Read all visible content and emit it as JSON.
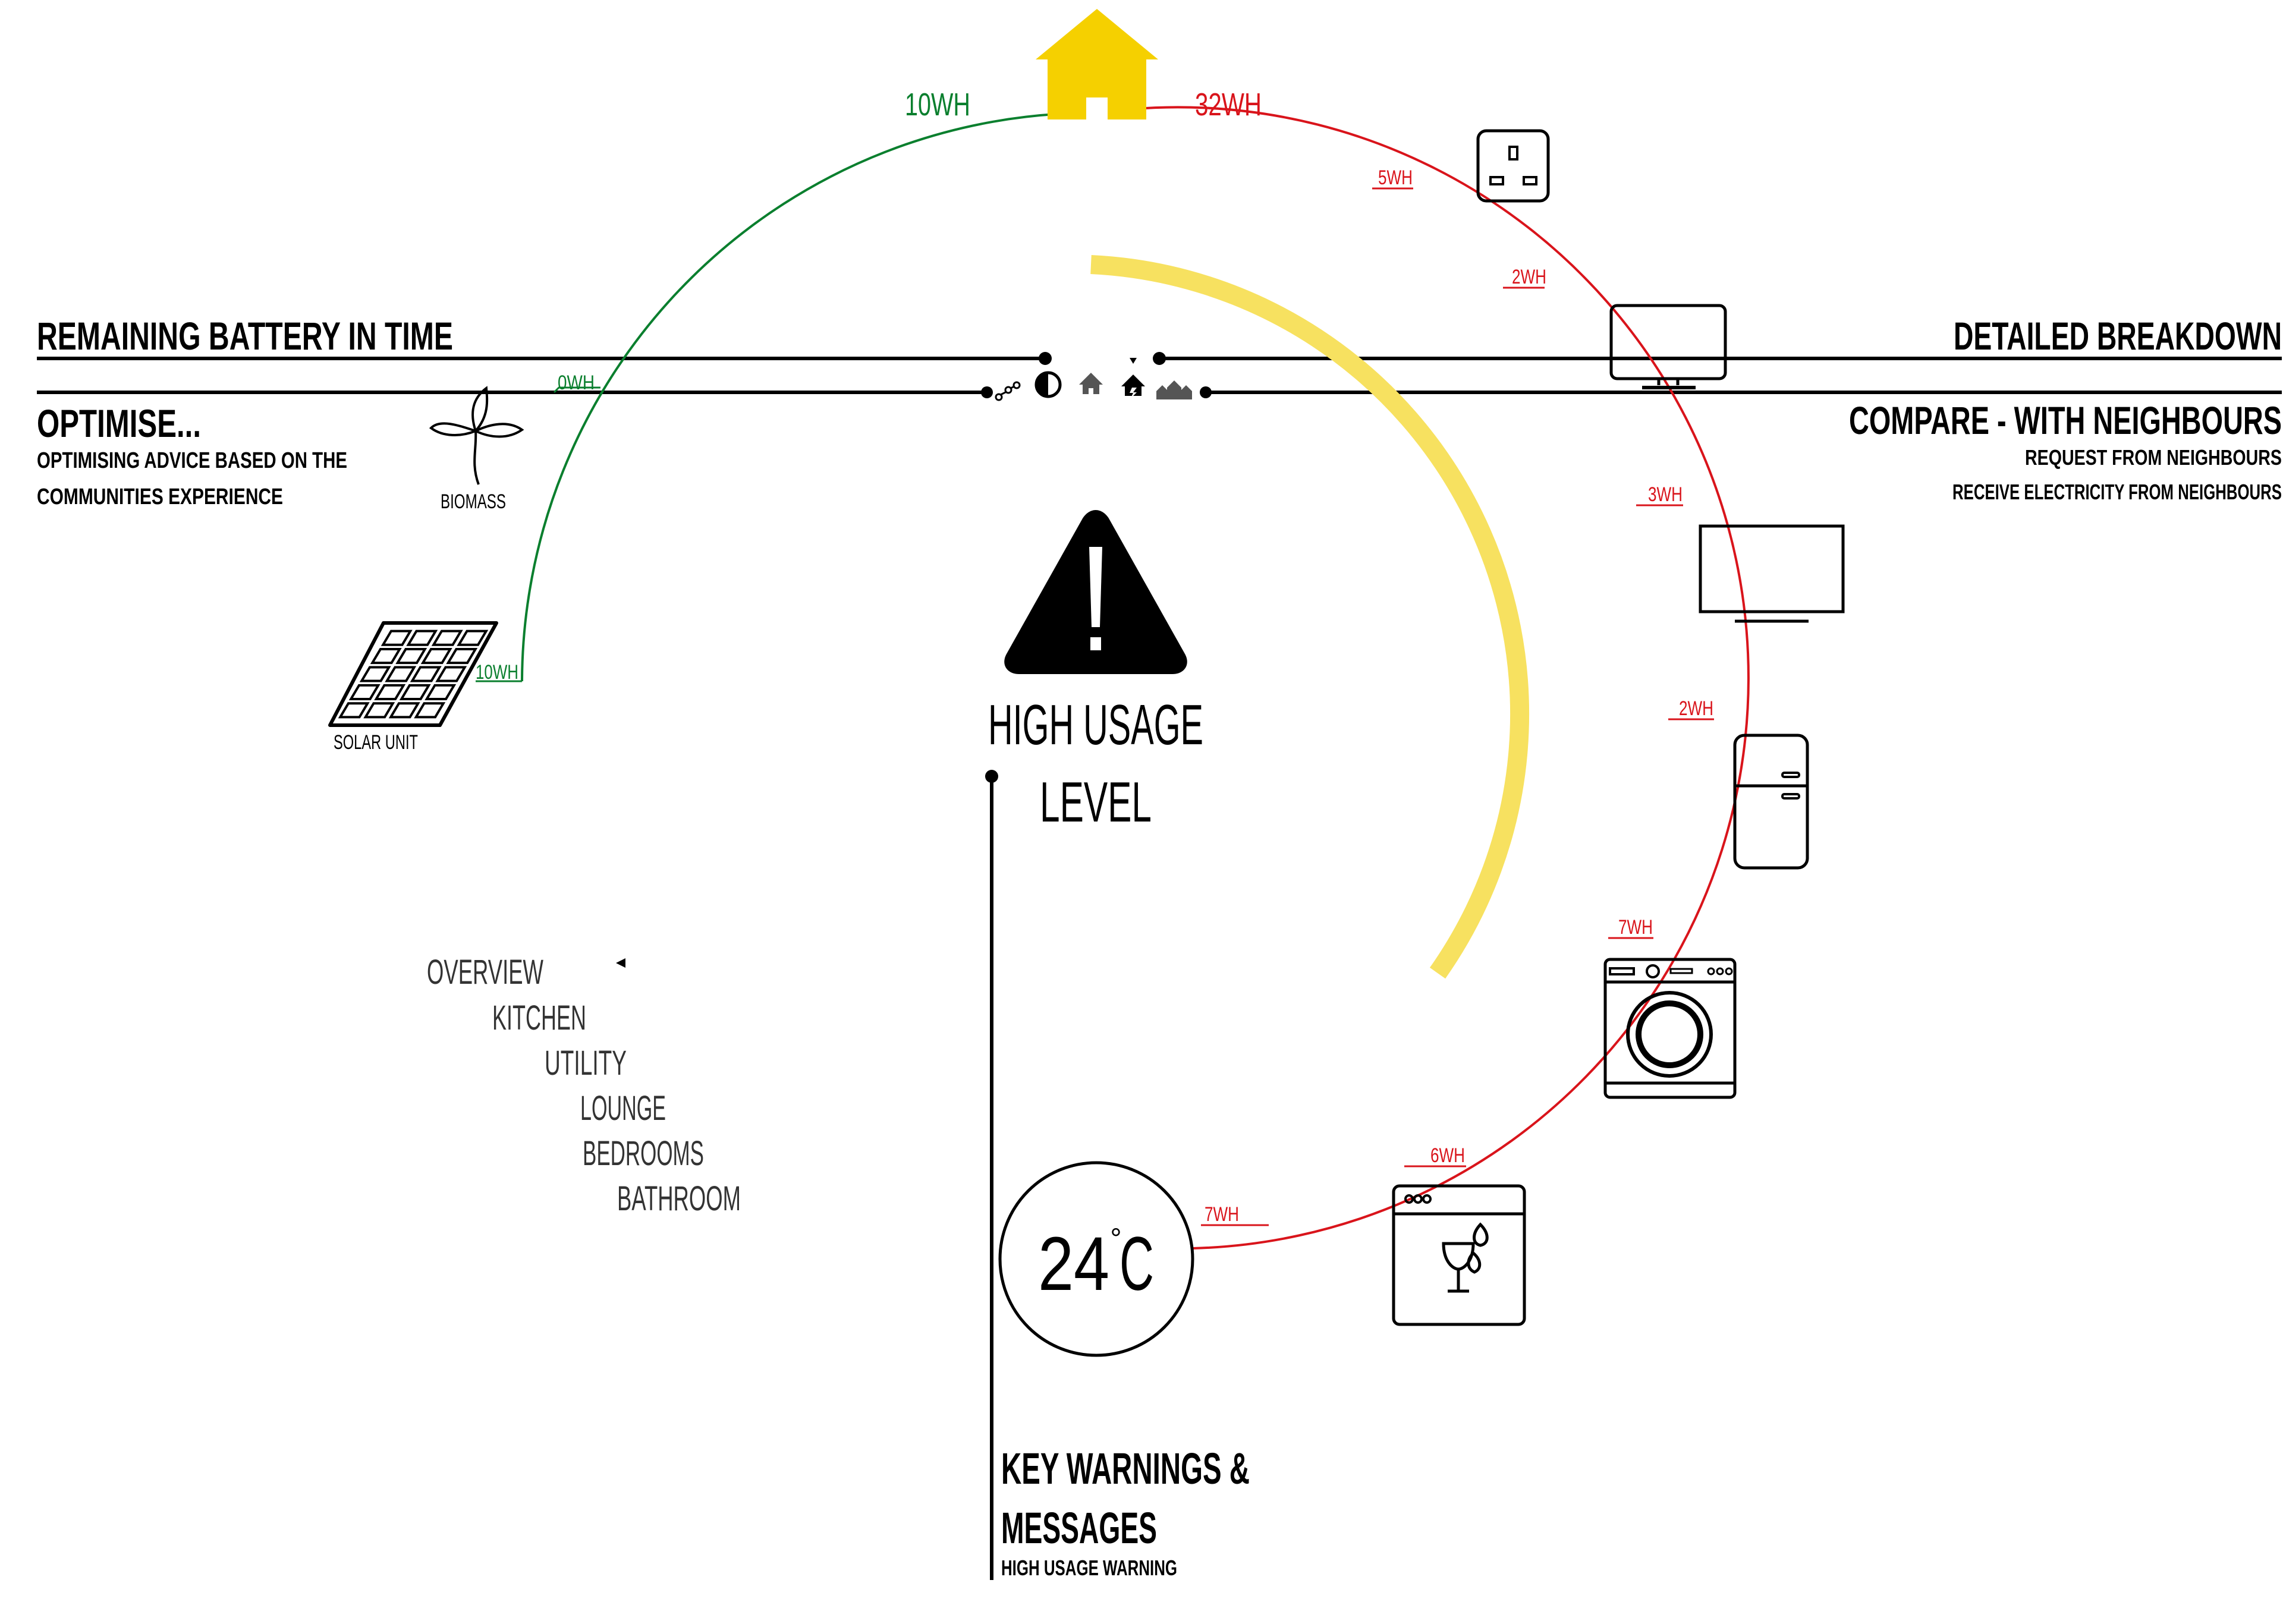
{
  "colors": {
    "consumption": "#d9141b",
    "generation": "#0a7f2e",
    "home": "#f5d000",
    "usage_arc": "#f7e160",
    "ink": "#000000"
  },
  "home": {
    "icon": "house-icon",
    "generation_total": "10WH",
    "consumption_total": "32WH"
  },
  "headers": {
    "left_top": "REMAINING BATTERY IN TIME",
    "left_optimise": "OPTIMISE...",
    "left_optimise_sub1": "OPTIMISING ADVICE BASED ON THE",
    "left_optimise_sub2": "COMMUNITIES EXPERIENCE",
    "right_top": "DETAILED BREAKDOWN",
    "right_compare": "COMPARE - WITH NEIGHBOURS",
    "right_compare_sub1": "REQUEST FROM NEIGHBOURS",
    "right_compare_sub2": "RECEIVE ELECTRICITY FROM NEIGHBOURS"
  },
  "toolbar": {
    "icons": [
      "network-icon",
      "contrast-icon",
      "home-icon",
      "home-active-icon",
      "neighbours-icon"
    ],
    "active_index": 3
  },
  "sources": [
    {
      "name": "BIOMASS",
      "icon": "leaf-icon",
      "value": "0WH"
    },
    {
      "name": "SOLAR UNIT",
      "icon": "solar-panel-icon",
      "value": "10WH"
    }
  ],
  "appliances": [
    {
      "icon": "plug-socket-icon",
      "value": "5WH"
    },
    {
      "icon": "monitor-icon",
      "value": "2WH"
    },
    {
      "icon": "tv-icon",
      "value": "3WH"
    },
    {
      "icon": "fridge-icon",
      "value": "2WH"
    },
    {
      "icon": "washing-machine-icon",
      "value": "7WH"
    },
    {
      "icon": "dishwasher-icon",
      "value": "6WH"
    },
    {
      "icon": "thermostat-icon",
      "value": "7WH"
    }
  ],
  "warning": {
    "icon": "warning-triangle-icon",
    "line1": "HIGH USAGE",
    "line2": "LEVEL"
  },
  "thermostat": {
    "temperature": "24",
    "degree": "°",
    "unit": "C"
  },
  "nav": {
    "items": [
      "OVERVIEW",
      "KITCHEN",
      "UTILITY",
      "LOUNGE",
      "BEDROOMS",
      "BATHROOM"
    ],
    "active_index": 0
  },
  "messages": {
    "title_line1": "KEY WARNINGS &",
    "title_line2": "MESSAGES",
    "subtitle": "HIGH USAGE WARNING"
  }
}
